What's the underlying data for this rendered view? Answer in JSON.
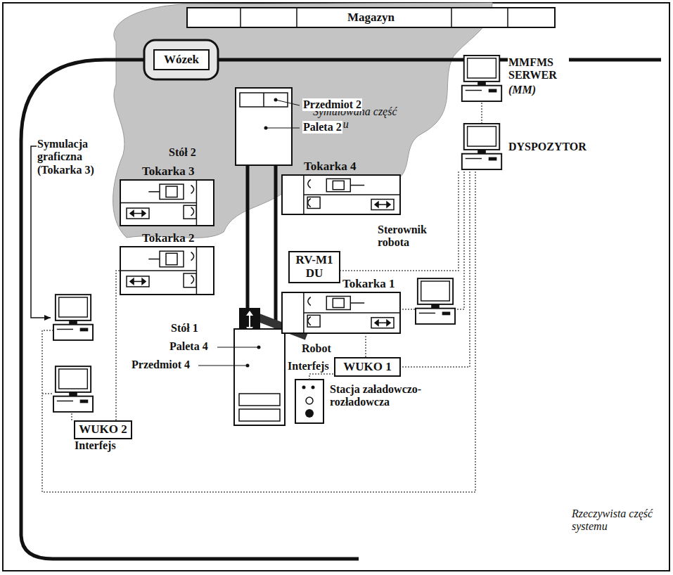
{
  "diagram": {
    "nodes": [
      {
        "text": [
          "Magazyn"
        ]
      },
      {
        "text": [
          "Wózek"
        ]
      },
      {
        "text": [
          "Tokarka 3"
        ]
      },
      {
        "text": [
          "Tokarka 4"
        ]
      },
      {
        "text": [
          "Tokarka 2"
        ]
      },
      {
        "text": [
          "RV-M1 DU"
        ]
      },
      {
        "text": [
          "Tokarka 1"
        ]
      },
      {
        "text": [
          "WUKO 2"
        ]
      },
      {
        "text": [
          "WUKO 1"
        ]
      }
    ],
    "labels": [
      "Symulowana część systemu",
      "Symulacja graficzna (Tokarka 3)",
      "Przedmiot 2",
      "Paleta 2",
      "Stół 2",
      "MMFMS SERWER",
      "(MM)",
      "DYSPOZYTOR",
      "Sterownik robota",
      "Robot",
      "Interfejs",
      "Interfejs",
      "Stół 1",
      "Paleta 4",
      "Przedmiot 4",
      "Stacja załadowczo-rozładowcza",
      "Rzeczywista część systemu"
    ]
  }
}
